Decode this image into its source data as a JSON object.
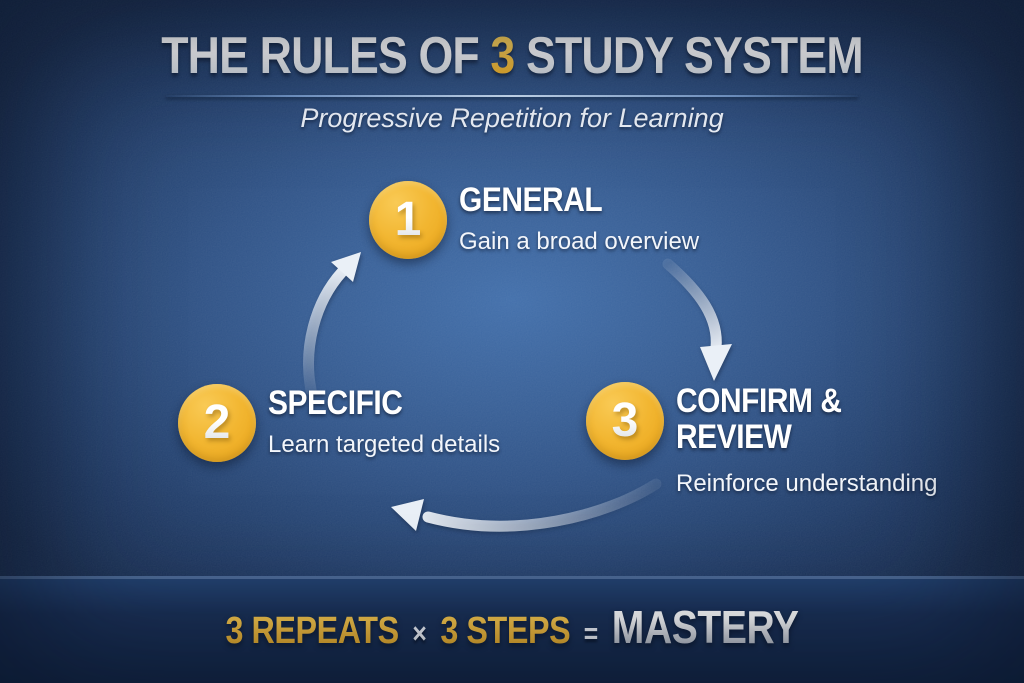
{
  "title": {
    "prefix": "THE RULES OF ",
    "highlight": "3",
    "suffix": " STUDY SYSTEM"
  },
  "subtitle": "Progressive Repetition for Learning",
  "steps": [
    {
      "number": "1",
      "title": "GENERAL",
      "description": "Gain a broad overview"
    },
    {
      "number": "2",
      "title": "SPECIFIC",
      "description": "Learn targeted details"
    },
    {
      "number": "3",
      "title": "CONFIRM & REVIEW",
      "description": "Reinforce understanding"
    }
  ],
  "footer": {
    "repeats_label": "3 REPEATS",
    "multiply_sign": "×",
    "steps_label": "3 STEPS",
    "equals_sign": "=",
    "mastery_label": "MASTERY"
  },
  "icons": {
    "arrows": [
      {
        "name": "arrow-general-to-confirm-icon",
        "shape": "curved tapered arrow pointing down"
      },
      {
        "name": "arrow-confirm-to-specific-icon",
        "shape": "curved tapered arrow pointing left"
      },
      {
        "name": "arrow-specific-to-general-icon",
        "shape": "curved tapered arrow pointing up"
      }
    ]
  },
  "colors": {
    "gold": "#F0B32B",
    "background_center": "#3E6CA9",
    "background_edge": "#14294E",
    "text_white": "#FFFFFF",
    "footer_band": "#1B3157",
    "arrow_silver": "#EAF0F7",
    "divider_glow": "#CFE2F8"
  }
}
